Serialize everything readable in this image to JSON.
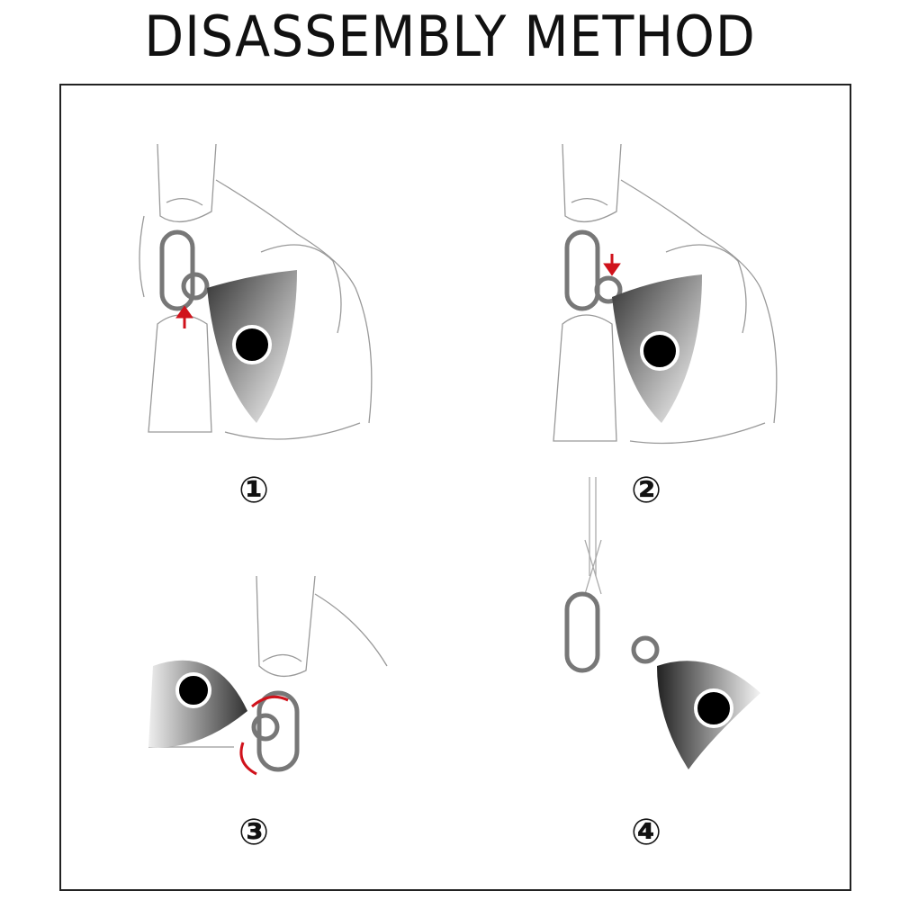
{
  "title": "DISASSEMBLY METHOD",
  "steps": [
    {
      "label": "①"
    },
    {
      "label": "②"
    },
    {
      "label": "③"
    },
    {
      "label": "④"
    }
  ],
  "colors": {
    "arrow": "#d0121b",
    "outline": "#888888",
    "text": "#111111"
  }
}
